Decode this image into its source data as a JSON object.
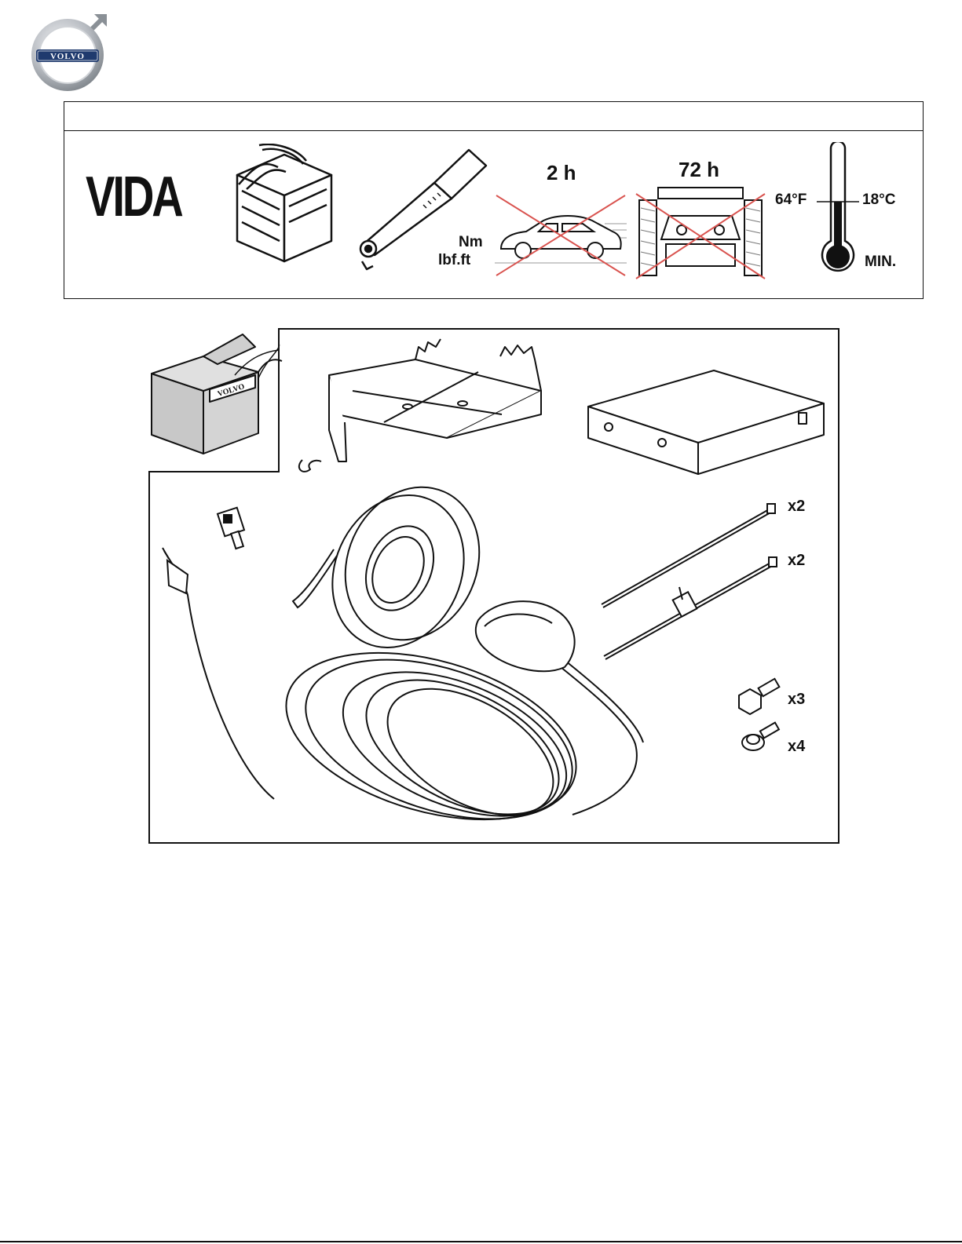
{
  "brand": {
    "logo_text": "VOLVO",
    "box_text": "VOLVO"
  },
  "tools": {
    "software": "VIDA",
    "torque_unit_nm": "Nm",
    "torque_unit_lbf": "lbf.ft",
    "wait_drive_time": "2 h",
    "wait_wash_time": "72 h",
    "temp_f": "64°F",
    "temp_c": "18°C",
    "temp_min": "MIN."
  },
  "parts": {
    "cable_tie_qty": "x2",
    "clip_tie_qty": "x2",
    "flange_screw_qty": "x3",
    "washer_screw_qty": "x4"
  },
  "colors": {
    "line": "#111111",
    "cross": "#d9534f",
    "box_fill": "#cccccc",
    "logo_blue": "#1f3a6e",
    "logo_ring": "#9aa0a6"
  }
}
